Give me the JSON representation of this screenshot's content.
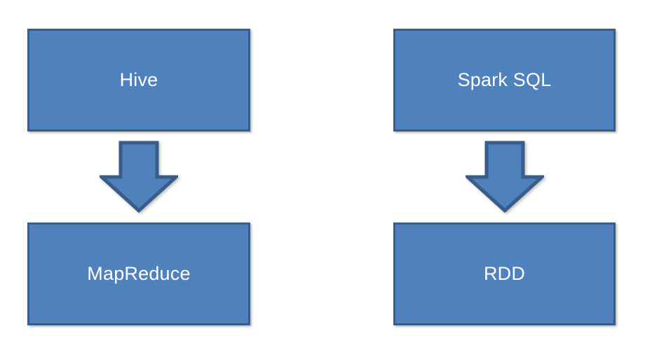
{
  "diagram": {
    "type": "flow-comparison",
    "background_color": "#FFFFFF",
    "shape_fill_color": "#4F81BD",
    "shape_border_color": "#385D8A",
    "label_color": "#FFFFFF",
    "columns": [
      {
        "id": "hive-mapreduce",
        "top_box_label": "Hive",
        "arrow_label": "",
        "bottom_box_label": "MapReduce"
      },
      {
        "id": "sparksql-rdd",
        "top_box_label": "Spark SQL",
        "arrow_label": "",
        "bottom_box_label": "RDD"
      }
    ]
  }
}
